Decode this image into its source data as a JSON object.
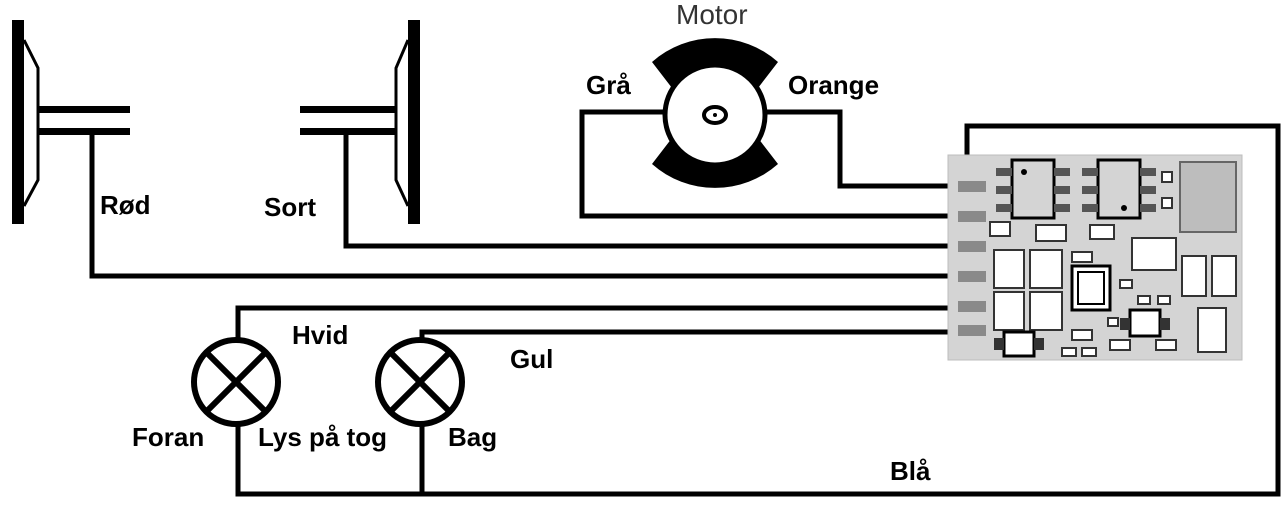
{
  "motor": {
    "title": "Motor"
  },
  "wires": {
    "left_rail": "Rød",
    "right_rail": "Sort",
    "motor_left": "Grå",
    "motor_right": "Orange",
    "front_light": "Hvid",
    "rear_light": "Gul",
    "common": "Blå"
  },
  "lamps": {
    "front": "Foran",
    "caption": "Lys på tog",
    "rear": "Bag"
  }
}
